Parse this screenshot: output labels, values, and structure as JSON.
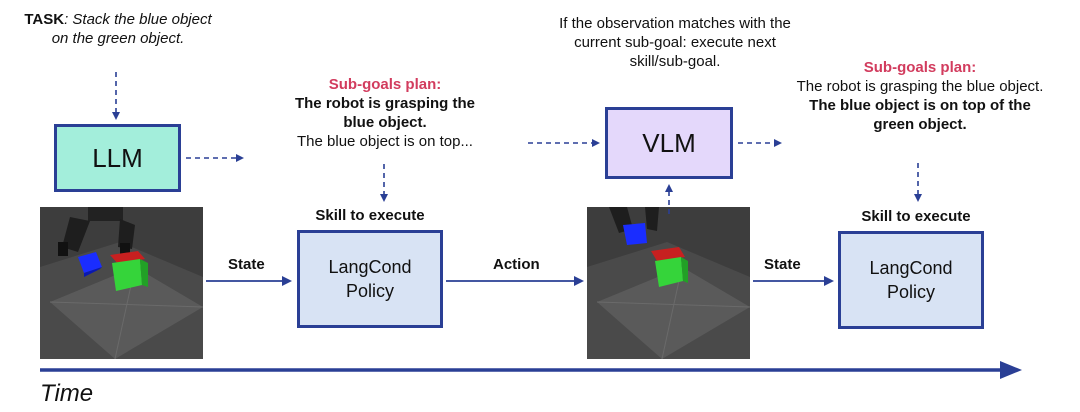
{
  "task": {
    "label": "TASK",
    "text": ": Stack the blue object on the green object."
  },
  "llm_label": "LLM",
  "vlm_label": "VLM",
  "plan1": {
    "title": "Sub-goals plan:",
    "bold_line": "The robot is grasping the blue object.",
    "regular_line": "The blue object is on top..."
  },
  "plan2": {
    "title": "Sub-goals plan:",
    "regular_line": "The robot is grasping the blue object.",
    "bold_line": "The blue object is on top of the green object."
  },
  "vlm_note": "If the observation matches with the current sub-goal: execute next skill/sub-goal.",
  "skill_label_1": "Skill to execute",
  "skill_label_2": "Skill to execute",
  "policy_1": {
    "line1": "LangCond",
    "line2": "Policy"
  },
  "policy_2": {
    "line1": "LangCond",
    "line2": "Policy"
  },
  "state_label_1": "State",
  "action_label": "Action",
  "state_label_2": "State",
  "time_label": "Time",
  "colors": {
    "arrow": "#2a3f95",
    "llm_fill": "#a3eedb",
    "vlm_fill": "#e4d8fb",
    "policy_fill": "#d8e3f4",
    "subgoal_title": "#d23c5e"
  }
}
